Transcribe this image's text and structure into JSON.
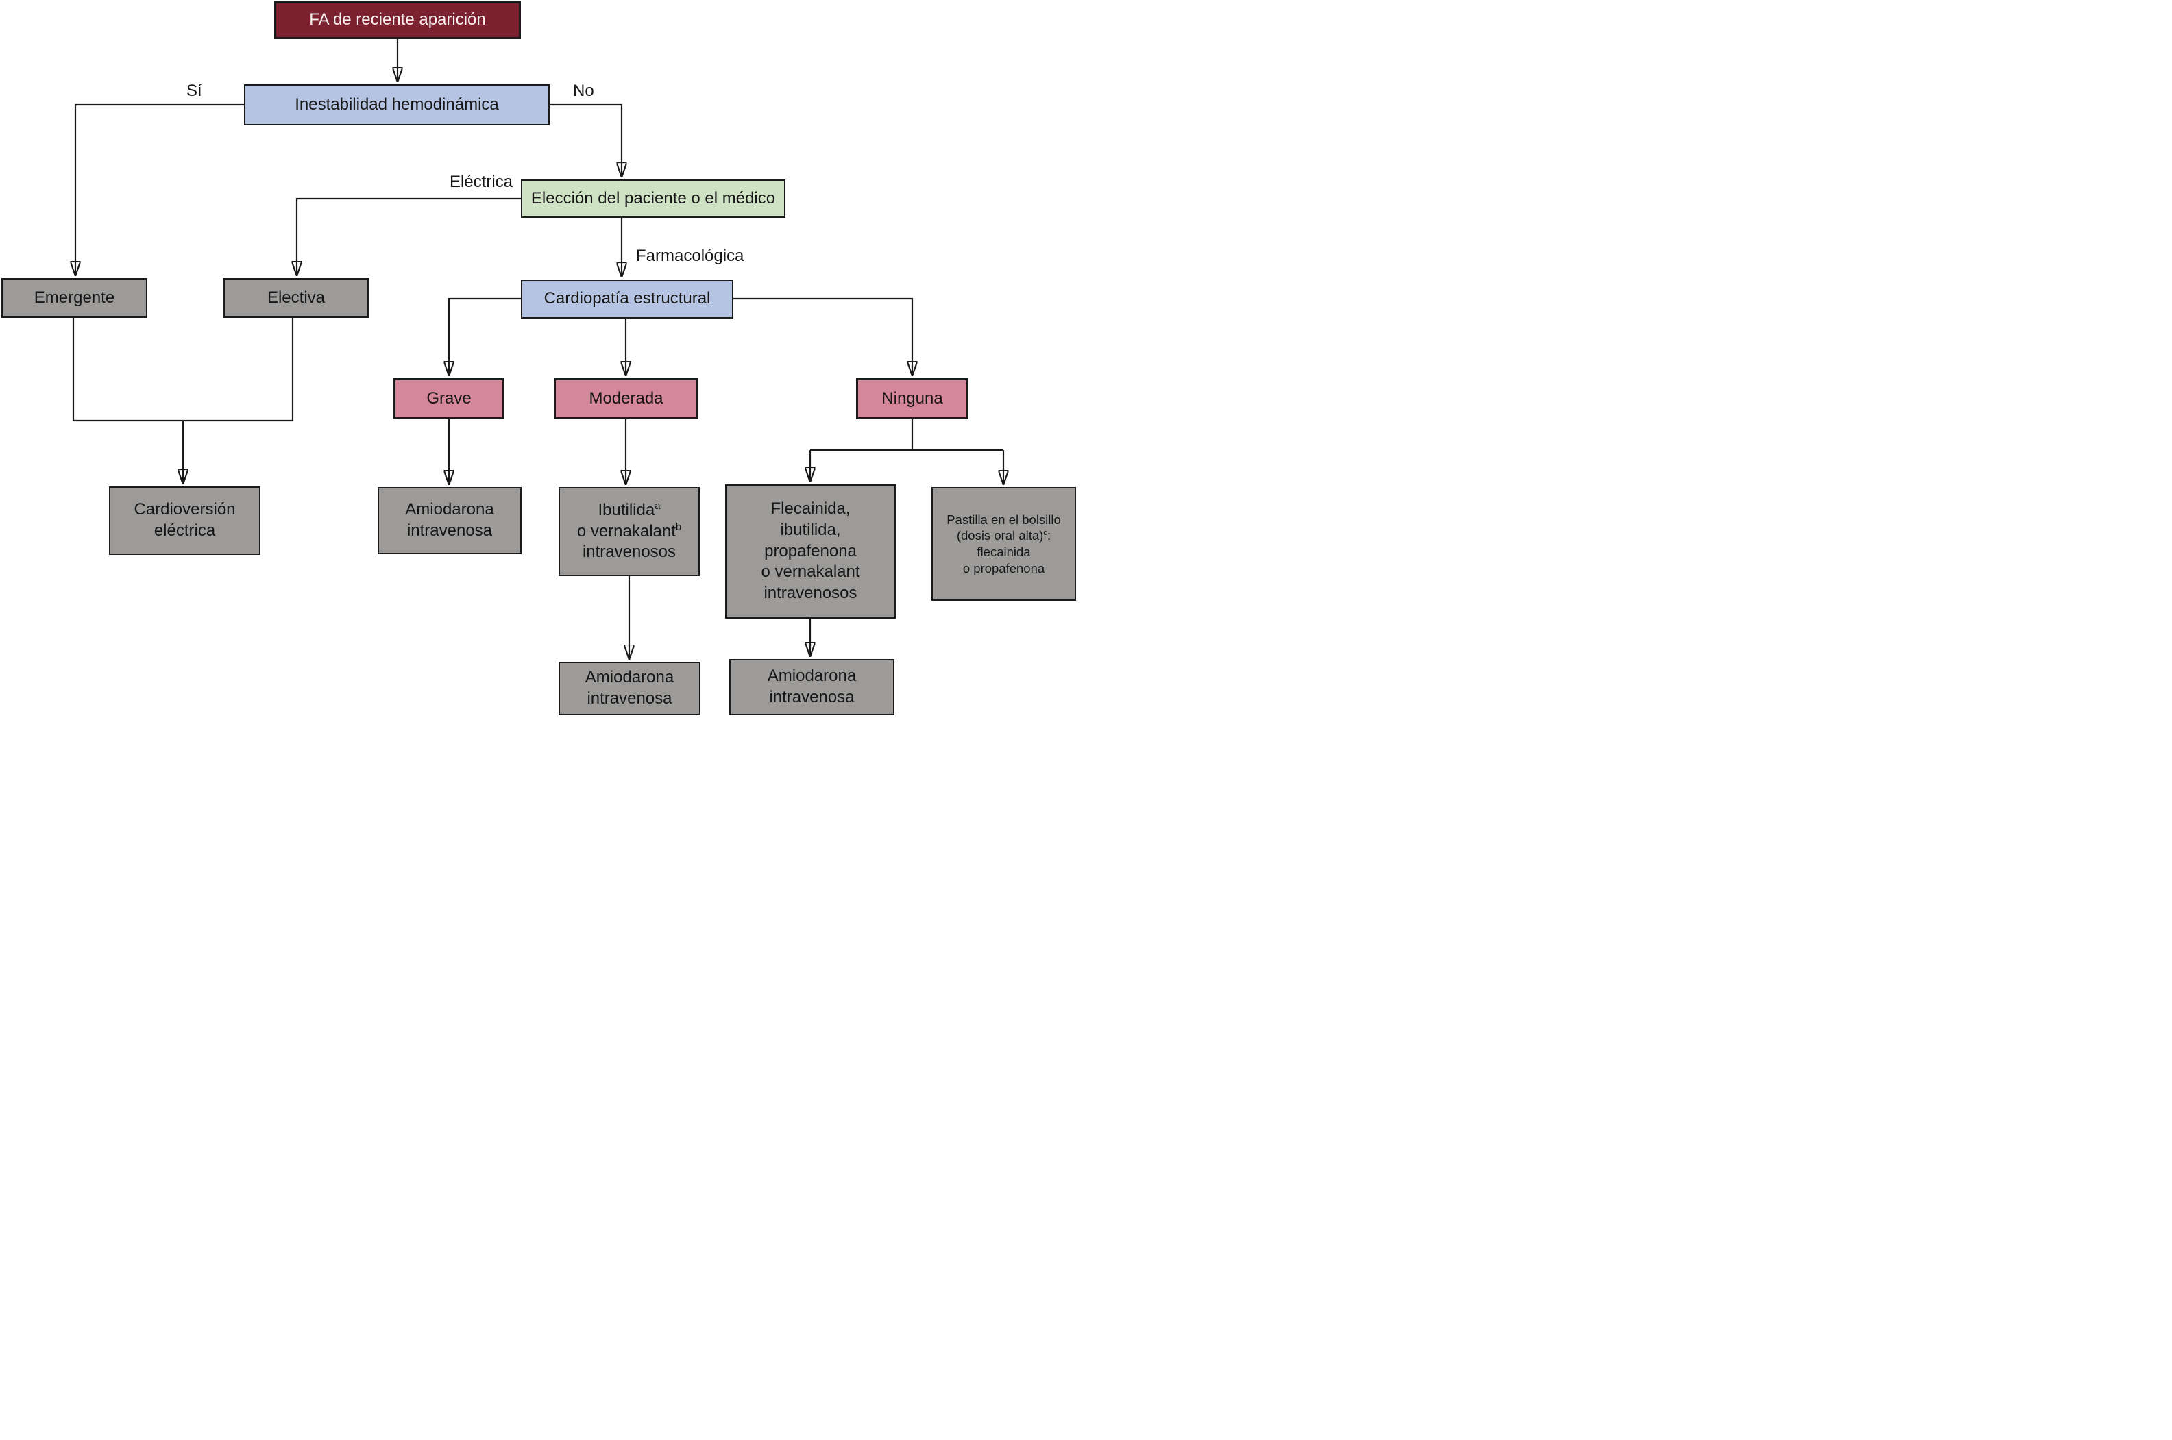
{
  "colors": {
    "maroon": "#7c2130",
    "maroon_text": "#f6efee",
    "blue": "#b5c4e3",
    "green": "#cfe2c4",
    "pink": "#d5889a",
    "gray": "#9c9b99",
    "line": "#1a1a1a",
    "text": "#161616",
    "bg": "#ffffff"
  },
  "edge_labels": {
    "si": "Sí",
    "no": "No",
    "electrica": "Eléctrica",
    "farmacologica": "Farmacológica"
  },
  "nodes": {
    "fa": {
      "label": "FA de reciente aparición"
    },
    "inestabilidad": {
      "label": "Inestabilidad hemodinámica"
    },
    "eleccion": {
      "label": "Elección del paciente o el médico"
    },
    "cardiopatia": {
      "label": "Cardiopatía estructural"
    },
    "emergente": {
      "label": "Emergente"
    },
    "electiva": {
      "label": "Electiva"
    },
    "grave": {
      "label": "Grave"
    },
    "moderada": {
      "label": "Moderada"
    },
    "ninguna": {
      "label": "Ninguna"
    },
    "cardioversion": {
      "lines": [
        "Cardioversión",
        "eléctrica"
      ]
    },
    "amiodarona_grave": {
      "lines": [
        "Amiodarona",
        "intravenosa"
      ]
    },
    "ibutilida": {
      "l1": "Ibutilida",
      "l1_sup": "a",
      "l2": "o vernakalant",
      "l2_sup": "b",
      "l3": "intravenosos"
    },
    "flecainida": {
      "lines": [
        "Flecainida,",
        "ibutilida,",
        "propafenona",
        "o vernakalant",
        "intravenosos"
      ]
    },
    "pastilla": {
      "l1": "Pastilla en el bolsillo",
      "l2": "(dosis oral alta)",
      "l2_sup": "c",
      "l2_after": ":",
      "l3": "flecainida",
      "l4": "o propafenona"
    },
    "amiodarona_moderada": {
      "lines": [
        "Amiodarona",
        "intravenosa"
      ]
    },
    "amiodarona_ninguna": {
      "lines": [
        "Amiodarona",
        "intravenosa"
      ]
    }
  }
}
